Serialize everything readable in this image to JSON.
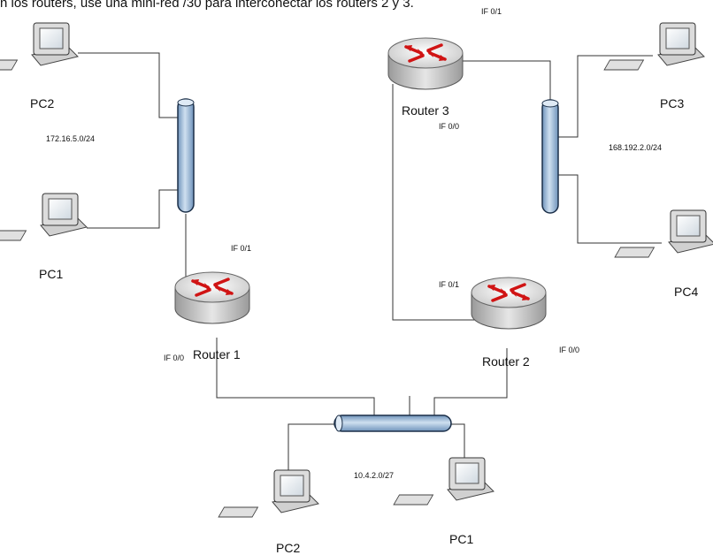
{
  "header_text": "n los routers, use una mini-red /30 para interconectar los routers 2 y 3.",
  "devices": {
    "pc2_top": "PC2",
    "pc1_left": "PC1",
    "pc3": "PC3",
    "pc4": "PC4",
    "pc2_bottom": "PC2",
    "pc1_bottom": "PC1",
    "router1": "Router 1",
    "router2": "Router 2",
    "router3": "Router 3"
  },
  "networks": {
    "lan_left": "172.16.5.0/24",
    "lan_right": "168.192.2.0/24",
    "lan_bottom": "10.4.2.0/27"
  },
  "interfaces": {
    "r3_if01": "IF 0/1",
    "r3_if00": "IF 0/0",
    "r1_if01": "IF 0/1",
    "r1_if00": "IF 0/0",
    "r2_if01": "IF 0/1",
    "r2_if00": "IF 0/0"
  },
  "colors": {
    "hub": "#8fb3d6",
    "router_body": "#c9c9c9",
    "router_arrow": "#d01414",
    "link": "#333333"
  }
}
